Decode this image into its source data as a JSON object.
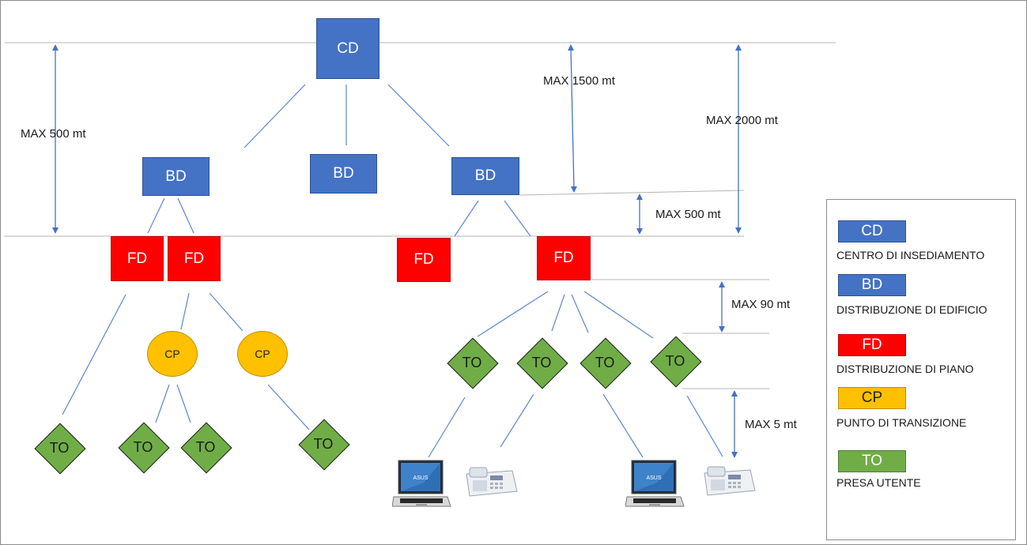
{
  "nodes": {
    "cd": "CD",
    "bd_left": "BD",
    "bd_mid": "BD",
    "bd_right": "BD",
    "fd_1": "FD",
    "fd_2": "FD",
    "fd_3": "FD",
    "fd_4": "FD",
    "cp_1": "CP",
    "cp_2": "CP",
    "to_1": "TO",
    "to_2": "TO",
    "to_3": "TO",
    "to_4": "TO",
    "to_5": "TO",
    "to_6": "TO",
    "to_7": "TO",
    "to_8": "TO"
  },
  "dimensions": {
    "left_cd_fd": "MAX  500 mt",
    "cd_bd": "MAX 1500 mt",
    "cd_fd": "MAX 2000 mt",
    "bd_fd": "MAX 500 mt",
    "fd_to": "MAX 90 mt",
    "to_device": "MAX 5 mt"
  },
  "legend": [
    {
      "code": "CD",
      "label": "CENTRO DI INSEDIAMENTO",
      "color": "#4472c4",
      "shape": "rectangle"
    },
    {
      "code": "BD",
      "label": "DISTRIBUZIONE DI EDIFICIO",
      "color": "#4472c4",
      "shape": "rectangle"
    },
    {
      "code": "FD",
      "label": "DISTRIBUZIONE DI PIANO",
      "color": "#ff0000",
      "shape": "rectangle"
    },
    {
      "code": "CP",
      "label": "PUNTO DI TRANSIZIONE",
      "color": "#ffc000",
      "shape": "rectangle"
    },
    {
      "code": "TO",
      "label": "PRESA UTENTE",
      "color": "#70ad47",
      "shape": "rectangle"
    }
  ],
  "devices": [
    {
      "type": "laptop-icon",
      "brand": "ASUS"
    },
    {
      "type": "fax-icon"
    },
    {
      "type": "laptop-icon",
      "brand": "ASUS"
    },
    {
      "type": "fax-icon"
    }
  ],
  "colors": {
    "cd_bd": "#4472c4",
    "fd": "#ff0000",
    "cp": "#ffc000",
    "to": "#70ad47",
    "connector": "#5b87d3"
  }
}
